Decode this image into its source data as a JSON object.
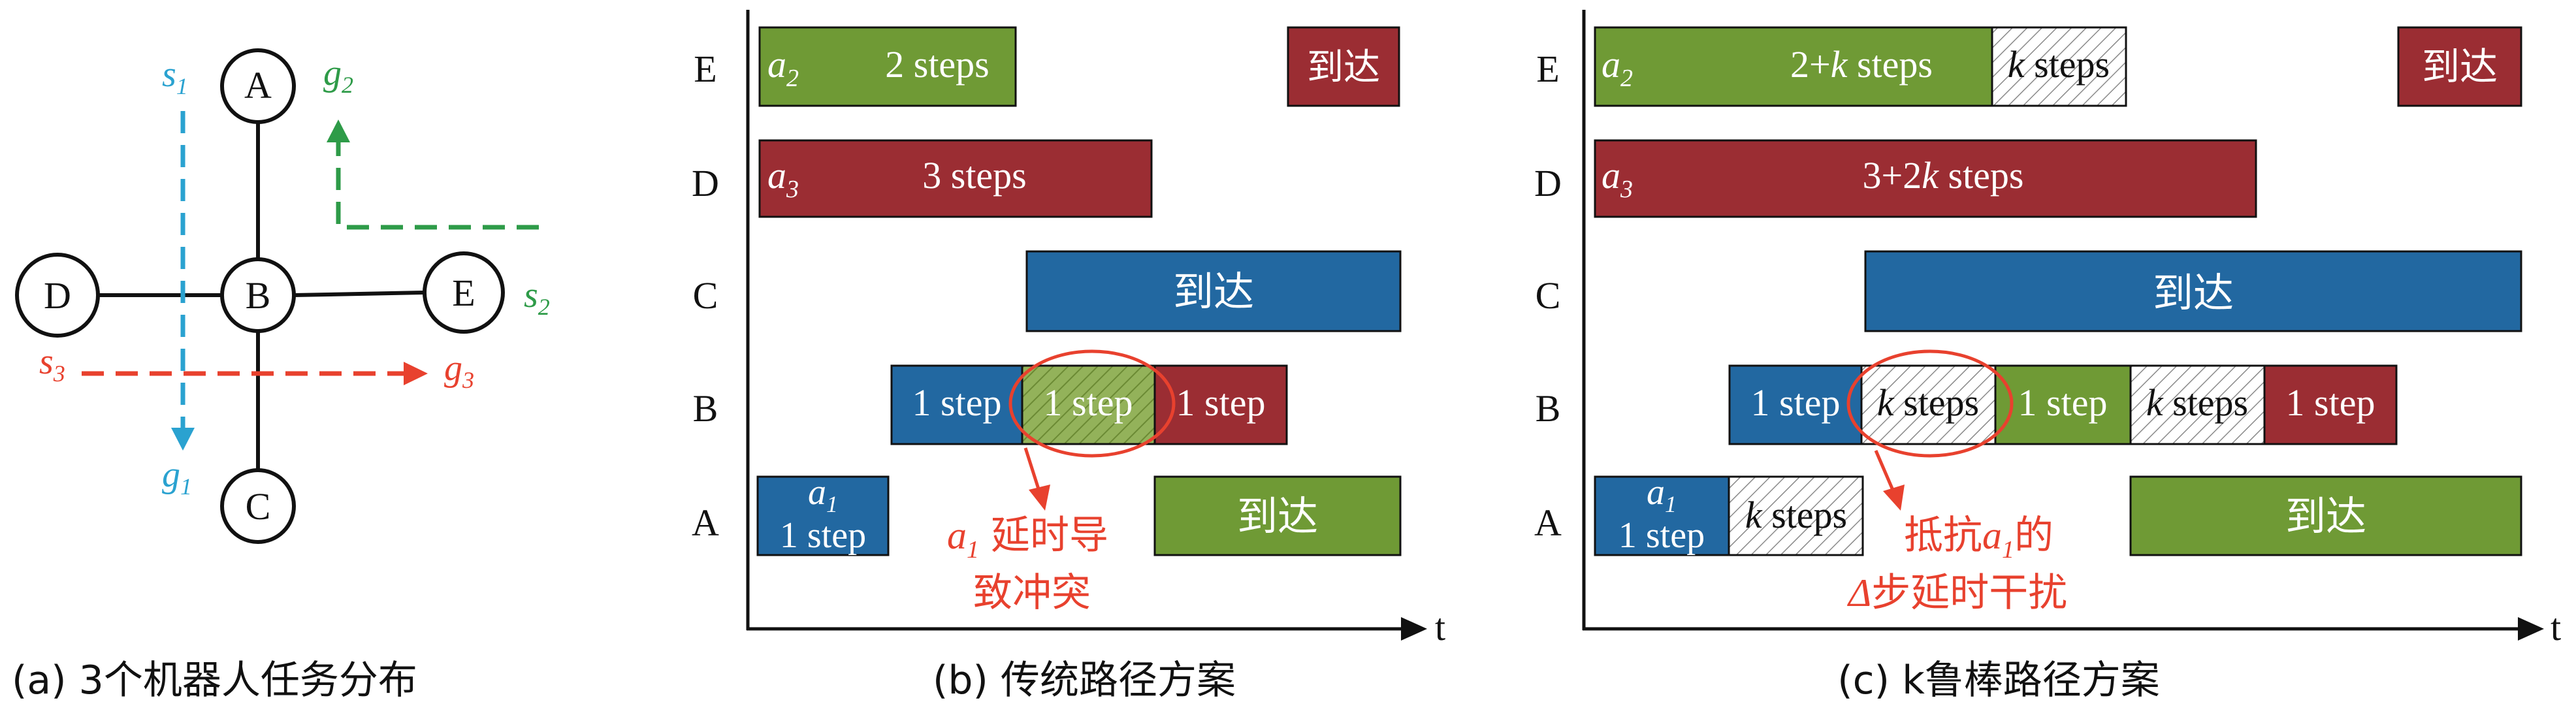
{
  "panel_a": {
    "caption": "(a) 3个机器人任务分布",
    "nodes": {
      "A": "A",
      "B": "B",
      "C": "C",
      "D": "D",
      "E": "E"
    },
    "path_labels": {
      "s1": {
        "base": "s",
        "sub": "1"
      },
      "g1": {
        "base": "g",
        "sub": "1"
      },
      "s2": {
        "base": "s",
        "sub": "2"
      },
      "g2": {
        "base": "g",
        "sub": "2"
      },
      "s3": {
        "base": "s",
        "sub": "3"
      },
      "g3": {
        "base": "g",
        "sub": "3"
      }
    }
  },
  "panel_b": {
    "caption": "(b) 传统路径方案",
    "row_labels": {
      "E": "E",
      "D": "D",
      "C": "C",
      "B": "B",
      "A": "A"
    },
    "time_axis_label": "t",
    "blocks": {
      "e_agent": {
        "base": "a",
        "sub": "2"
      },
      "e_steps": "2 steps",
      "e_arrive": "到达",
      "d_agent": {
        "base": "a",
        "sub": "3"
      },
      "d_steps": "3 steps",
      "c_arrive": "到达",
      "b_step1": "1 step",
      "b_step2": "1 step",
      "b_step3": "1 step",
      "a_agent": {
        "base": "a",
        "sub": "1"
      },
      "a_step": "1 step",
      "a_arrive": "到达"
    },
    "annotation": {
      "agent": {
        "base": "a",
        "sub": "1"
      },
      "line1_text": "延时导",
      "line2": "致冲突"
    }
  },
  "panel_c": {
    "caption": "(c) k鲁棒路径方案",
    "row_labels": {
      "E": "E",
      "D": "D",
      "C": "C",
      "B": "B",
      "A": "A"
    },
    "time_axis_label": "t",
    "blocks": {
      "e_agent": {
        "base": "a",
        "sub": "2"
      },
      "e_steps": {
        "pre": "2+",
        "k": "k",
        "post": " steps"
      },
      "e_ksteps": {
        "k": "k",
        "post": " steps"
      },
      "e_arrive": "到达",
      "d_agent": {
        "base": "a",
        "sub": "3"
      },
      "d_steps": {
        "pre": "3+2",
        "k": "k",
        "post": " steps"
      },
      "c_arrive": "到达",
      "b_step1": "1 step",
      "b_ksteps1": {
        "k": "k",
        "post": " steps"
      },
      "b_step2": "1 step",
      "b_ksteps2": {
        "k": "k",
        "post": " steps"
      },
      "b_step3": "1 step",
      "a_agent": {
        "base": "a",
        "sub": "1"
      },
      "a_step": "1 step",
      "a_ksteps": {
        "k": "k",
        "post": " steps"
      },
      "a_arrive": "到达"
    },
    "annotation": {
      "line1_pre": "抵抗",
      "line1_agent": {
        "base": "a",
        "sub": "1"
      },
      "line1_post": "的",
      "line2_delta": "Δ",
      "line2_rest": "步延时干扰"
    }
  },
  "colors": {
    "blue": "#2268a1",
    "green": "#6f9a35",
    "red": "#9b2d33",
    "hatch_green": "#93b25a",
    "annotation_red": "#e8412e",
    "path_cyan": "#2aa2d0",
    "path_green": "#2e9b48",
    "path_red": "#e8412e"
  }
}
